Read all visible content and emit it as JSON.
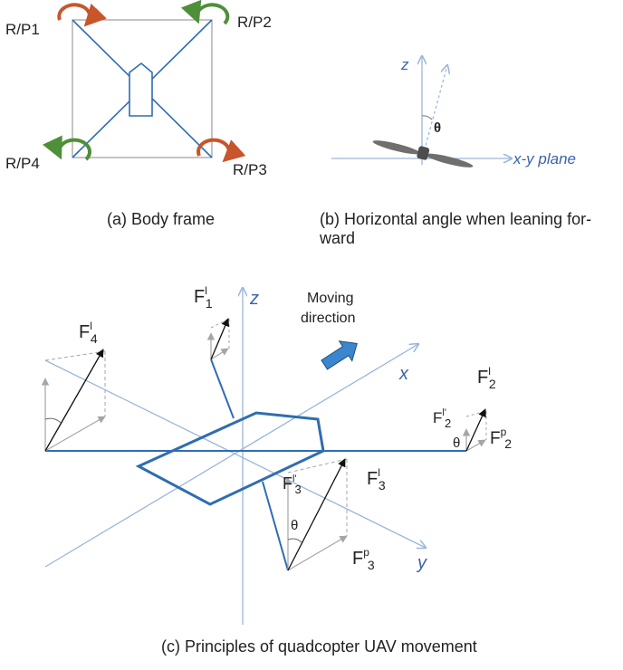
{
  "panel_a": {
    "labels": {
      "p1": "R/P1",
      "p2": "R/P2",
      "p3": "R/P3",
      "p4": "R/P4"
    },
    "caption": "(a) Body frame",
    "rotation_colors": {
      "p1": "#c8552b",
      "p2": "#4f8f3a",
      "p3": "#c8552b",
      "p4": "#4f8f3a"
    }
  },
  "panel_b": {
    "z_label": "z",
    "plane_label": "x-y plane",
    "angle_label": "θ",
    "caption_line1": "(b) Horizontal angle when leaning for-",
    "caption_line2": "ward"
  },
  "panel_c": {
    "axis_x": "x",
    "axis_y": "y",
    "axis_z": "z",
    "moving_line1": "Moving",
    "moving_line2": "direction",
    "forces": {
      "F1": {
        "base": "F",
        "sup": "l",
        "sub": "1"
      },
      "F2": {
        "base": "F",
        "sup": "l",
        "sub": "2"
      },
      "F2p": {
        "base": "F",
        "sup": "l'",
        "sub": "2"
      },
      "F2pp": {
        "base": "F",
        "sup": "p",
        "sub": "2"
      },
      "F3": {
        "base": "F",
        "sup": "l",
        "sub": "3"
      },
      "F3p": {
        "base": "F",
        "sup": "l'",
        "sub": "3"
      },
      "F3pp": {
        "base": "F",
        "sup": "p",
        "sub": "3"
      },
      "F4": {
        "base": "F",
        "sup": "l",
        "sub": "4"
      }
    },
    "theta": "θ",
    "caption": "(c) Principles of quadcopter UAV movement"
  },
  "colors": {
    "frame_blue": "#2f6db0",
    "axis_blue": "#9bb6db",
    "arrow_blue": "#3b86cf",
    "gray": "#9a9a9a"
  }
}
